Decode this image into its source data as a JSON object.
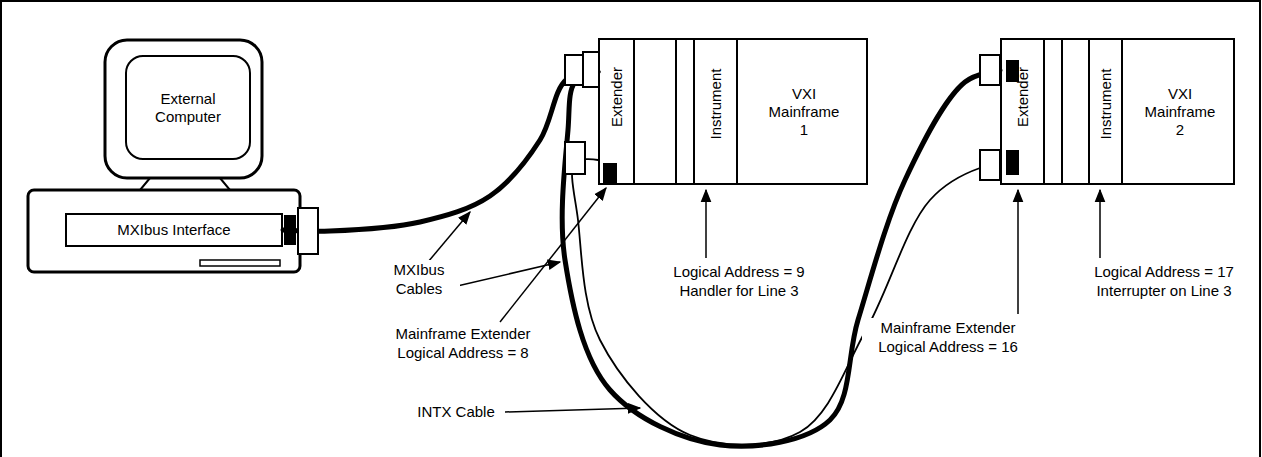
{
  "diagram": {
    "nodes": [
      {
        "text": [
          "External Computer"
        ]
      },
      {
        "text": [
          "MXIbus Interface"
        ]
      },
      {
        "text": [
          "VXI Mainframe 1"
        ]
      },
      {
        "text": [
          "Extender"
        ],
        "in": 2
      },
      {
        "text": [
          "Instrument"
        ],
        "in": 2
      },
      {
        "text": [
          "VXI Mainframe 2"
        ]
      },
      {
        "text": [
          "Extender"
        ],
        "in": 5
      },
      {
        "text": [
          "Instrument"
        ],
        "in": 5
      }
    ],
    "edges": [
      {
        "from": 1,
        "to": 3,
        "arrow": "none"
      },
      {
        "from": 3,
        "to": 6,
        "arrow": "none"
      },
      {
        "from": 3,
        "to": 6,
        "arrow": "none"
      }
    ],
    "labels": [
      "MXIbus Cables",
      "Mainframe Extender Logical Address = 8",
      "INTX Cable",
      "Logical Address = 9 Handler for Line 3",
      "Mainframe Extender Logical Address = 16",
      "Logical Address = 17 Interrupter on Line 3"
    ]
  }
}
